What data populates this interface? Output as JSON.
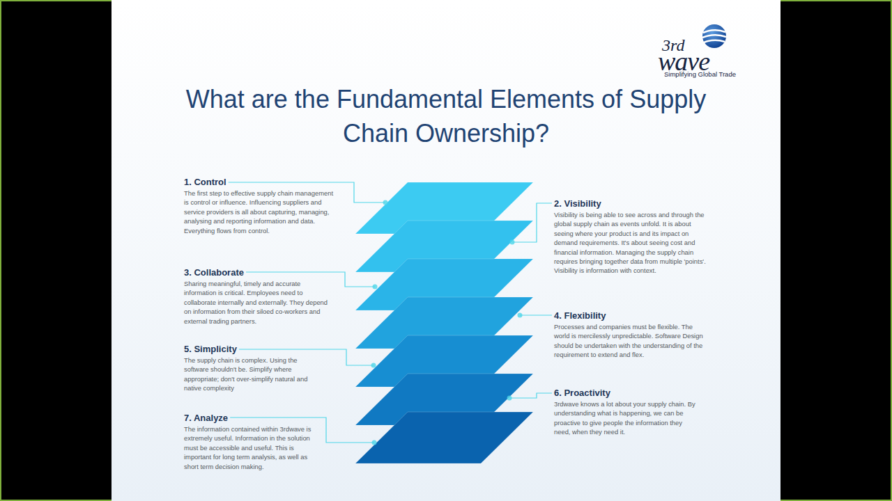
{
  "diagram": {
    "title": "What are the Fundamental Elements of Supply Chain Ownership?",
    "labels": [
      "3rd",
      "wave",
      "Simplifying Global Trade",
      "1. Control",
      "The first step to effective supply chain management is control or influence. Influencing suppliers and service providers is all about capturing, managing, analysing and reporting information and data. Everything flows from control.",
      "2. Visibility",
      "Visibility is being able to see across and through the global supply chain as events unfold. It is about seeing where your product is and its impact on demand requirements. It's about seeing cost and financial information. Managing the supply chain requires bringing together data from multiple 'points'. Visibility is information with context.",
      "3. Collaborate",
      "Sharing meaningful, timely and accurate information is critical. Employees need to collaborate internally and externally. They depend on information from their siloed co-workers and external trading partners.",
      "4. Flexibility",
      "Processes and companies must be flexible. The world is mercilessly unpredictable. Software Design should be undertaken with the understanding of the requirement to extend and flex.",
      "5. Simplicity",
      "The supply chain is complex. Using the software shouldn't be. Simplify where appropriate; don't over-simplify natural and native complexity",
      "6. Proactivity",
      "3rdwave knows a lot about your supply chain. By understanding what is happening, we can be proactive to give people the information they need, when they need it.",
      "7. Analyze",
      "The information contained within 3rdwave is extremely useful. Information in the solution must be accessible and useful. This is important for long term analysis, as well as short term decision making."
    ]
  }
}
